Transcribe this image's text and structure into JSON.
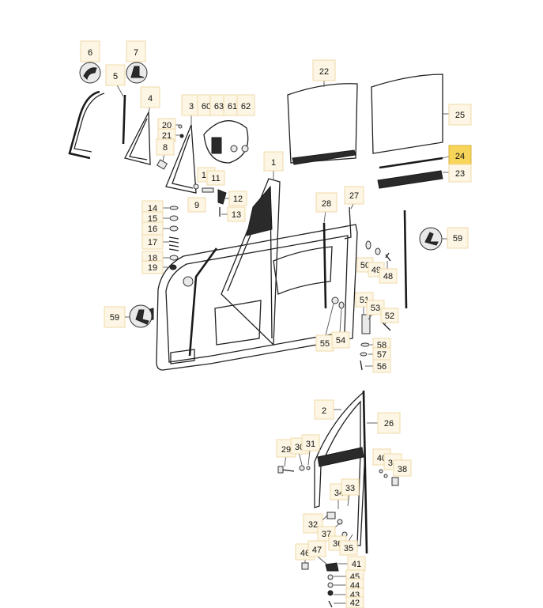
{
  "highlight_color": "#f7d55a",
  "callout_color": "#fdf6e4",
  "callouts": {
    "c1": "1",
    "c2": "2",
    "c3": "3",
    "c4": "4",
    "c5": "5",
    "c6": "6",
    "c7": "7",
    "c8": "8",
    "c9": "9",
    "c10": "10",
    "c11": "11",
    "c12": "12",
    "c13": "13",
    "c14": "14",
    "c15": "15",
    "c16": "16",
    "c17": "17",
    "c18": "18",
    "c19": "19",
    "c20": "20",
    "c21": "21",
    "c22": "22",
    "c23": "23",
    "c24": "24",
    "c25": "25",
    "c26": "26",
    "c27": "27",
    "c28": "28",
    "c29": "29",
    "c30": "30",
    "c31": "31",
    "c32": "32",
    "c33": "33",
    "c34": "34",
    "c35": "35",
    "c36": "36",
    "c37": "37",
    "c38": "38",
    "c39": "39",
    "c40": "40",
    "c41": "41",
    "c42": "42",
    "c43": "43",
    "c44": "44",
    "c45": "45",
    "c46": "46",
    "c47": "47",
    "c48": "48",
    "c49": "49",
    "c50": "50",
    "c51": "51",
    "c52": "52",
    "c53": "53",
    "c54": "54",
    "c55": "55",
    "c56": "56",
    "c57": "57",
    "c58": "58",
    "c59a": "59",
    "c59b": "59",
    "c60": "60",
    "c61": "61",
    "c62": "62",
    "c63": "63"
  },
  "selected_part": "24"
}
